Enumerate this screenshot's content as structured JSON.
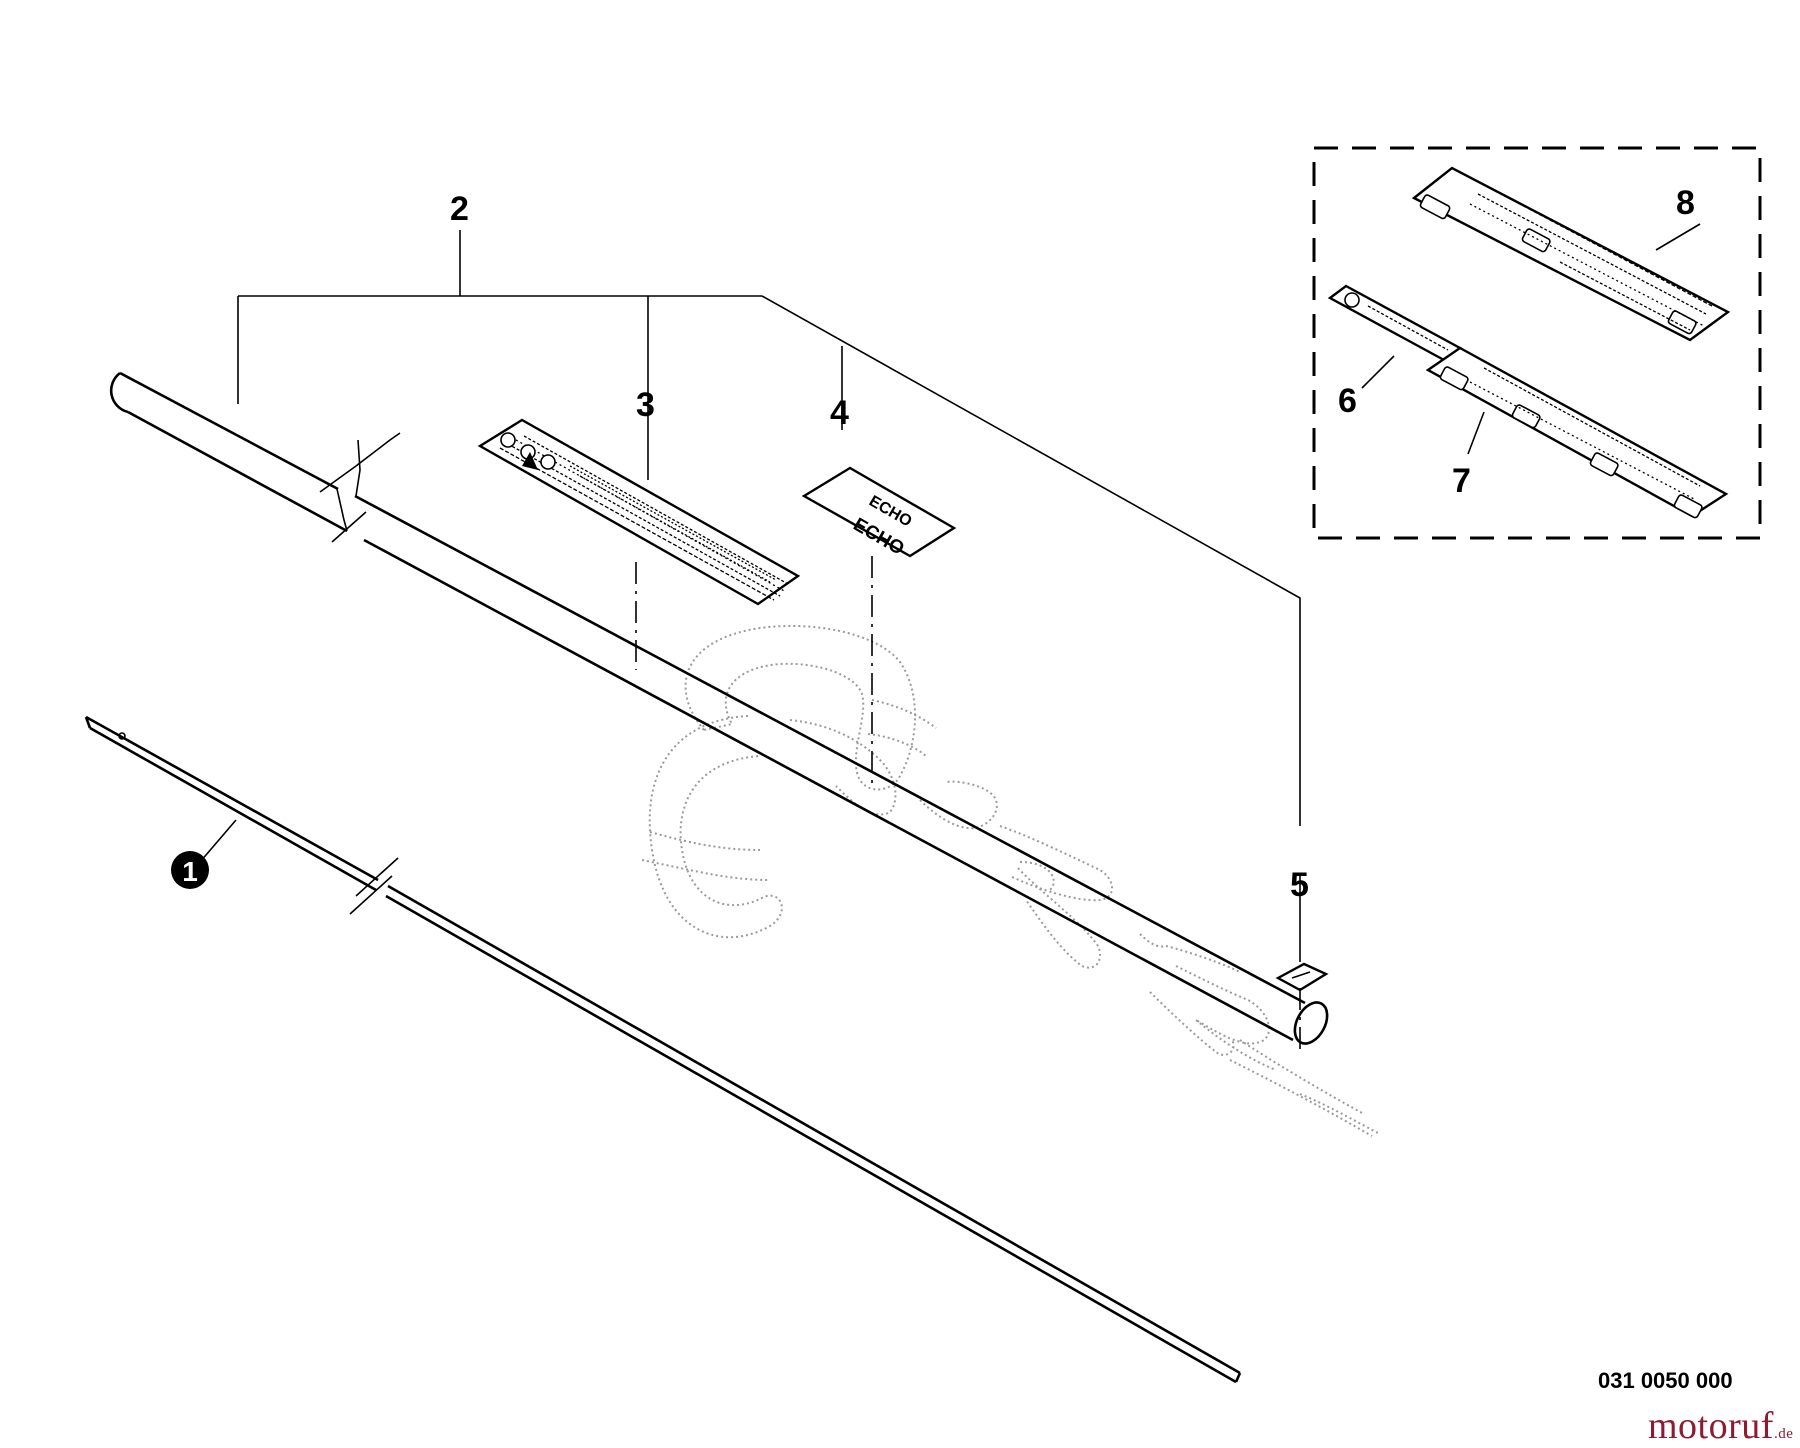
{
  "callouts": {
    "c1": "1",
    "c2": "2",
    "c3": "3",
    "c4": "4",
    "c5": "5",
    "c6": "6",
    "c7": "7",
    "c8": "8"
  },
  "footer": {
    "diagram_code": "031 0050 000",
    "watermark_main": "motoruf",
    "watermark_tld": ".de"
  },
  "decal_brand_text": "ECHO",
  "colors": {
    "line": "#000000",
    "ghost_parts": "#9a9a9a",
    "watermark": "#8d1c33"
  }
}
